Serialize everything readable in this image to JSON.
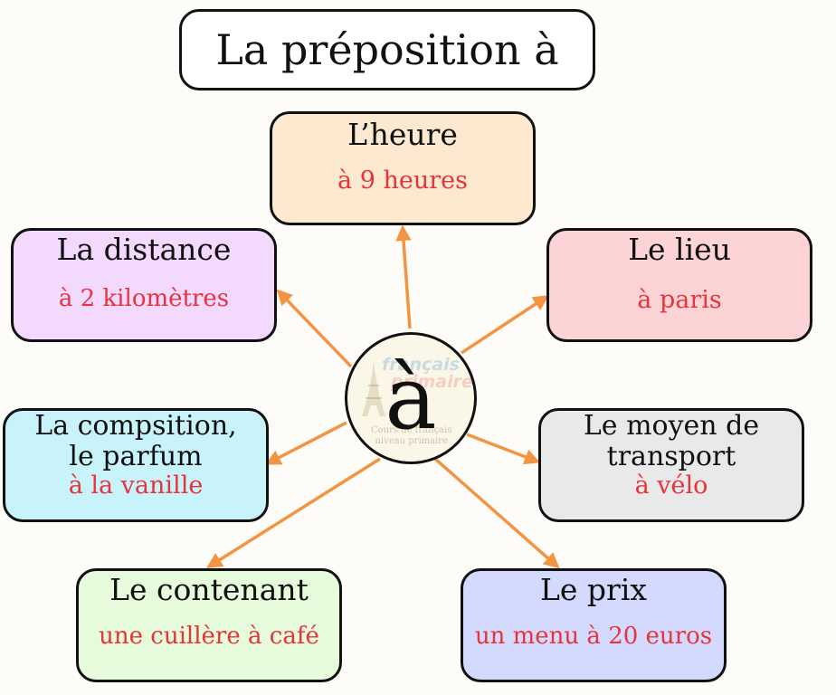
{
  "title": "La préposition à",
  "center": {
    "letter": "à",
    "watermark": {
      "logo_line1": "français",
      "logo_line2": "primaire",
      "sub_line1": "Cours de français",
      "sub_line2": "niveau primaire"
    }
  },
  "nodes": [
    {
      "id": "heure",
      "heading": [
        "L’heure"
      ],
      "example": "à 9 heures",
      "fill": "#fde9cf"
    },
    {
      "id": "lieu",
      "heading": [
        "Le lieu"
      ],
      "example": "à paris",
      "fill": "#fdd4d6"
    },
    {
      "id": "transport",
      "heading": [
        "Le moyen de",
        "transport"
      ],
      "example": "à vélo",
      "fill": "#e9e9e9"
    },
    {
      "id": "prix",
      "heading": [
        "Le prix"
      ],
      "example": "un menu à 20 euros",
      "fill": "#d4dafd"
    },
    {
      "id": "contenant",
      "heading": [
        "Le contenant"
      ],
      "example": "une cuillère à café",
      "fill": "#e6fbdc"
    },
    {
      "id": "composition",
      "heading": [
        "La compsition,",
        "le parfum"
      ],
      "example": "à la vanille",
      "fill": "#c9f3fb"
    },
    {
      "id": "distance",
      "heading": [
        "La distance"
      ],
      "example": "à 2 kilomètres",
      "fill": "#f3d9fd"
    }
  ],
  "colors": {
    "arrow": "#f39442",
    "example_text": "#e8333a",
    "border": "#111111"
  }
}
